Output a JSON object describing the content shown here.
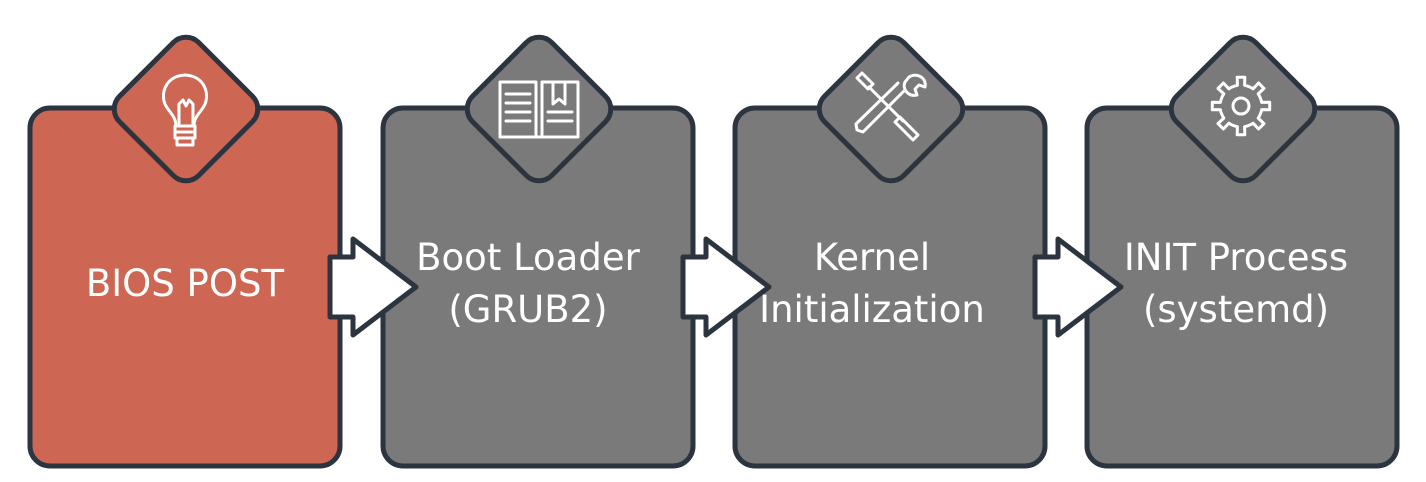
{
  "stages": [
    {
      "id": "bios-post",
      "line1": "BIOS POST",
      "line2": "",
      "icon": "lightbulb-icon",
      "color": "#cd6653",
      "active": true
    },
    {
      "id": "boot-loader",
      "line1": "Boot Loader",
      "line2": "(GRUB2)",
      "icon": "book-icon",
      "color": "#7a7a7a",
      "active": false
    },
    {
      "id": "kernel-initialization",
      "line1": "Kernel",
      "line2": "Initialization",
      "icon": "tools-icon",
      "color": "#7a7a7a",
      "active": false
    },
    {
      "id": "init-process",
      "line1": "INIT Process",
      "line2": "(systemd)",
      "icon": "gear-icon",
      "color": "#7a7a7a",
      "active": false
    }
  ],
  "colors": {
    "active": "#cd6653",
    "inactive": "#7a7a7a",
    "outline": "#2c3440",
    "icon_stroke": "#ffffff",
    "arrow_fill": "#ffffff"
  }
}
